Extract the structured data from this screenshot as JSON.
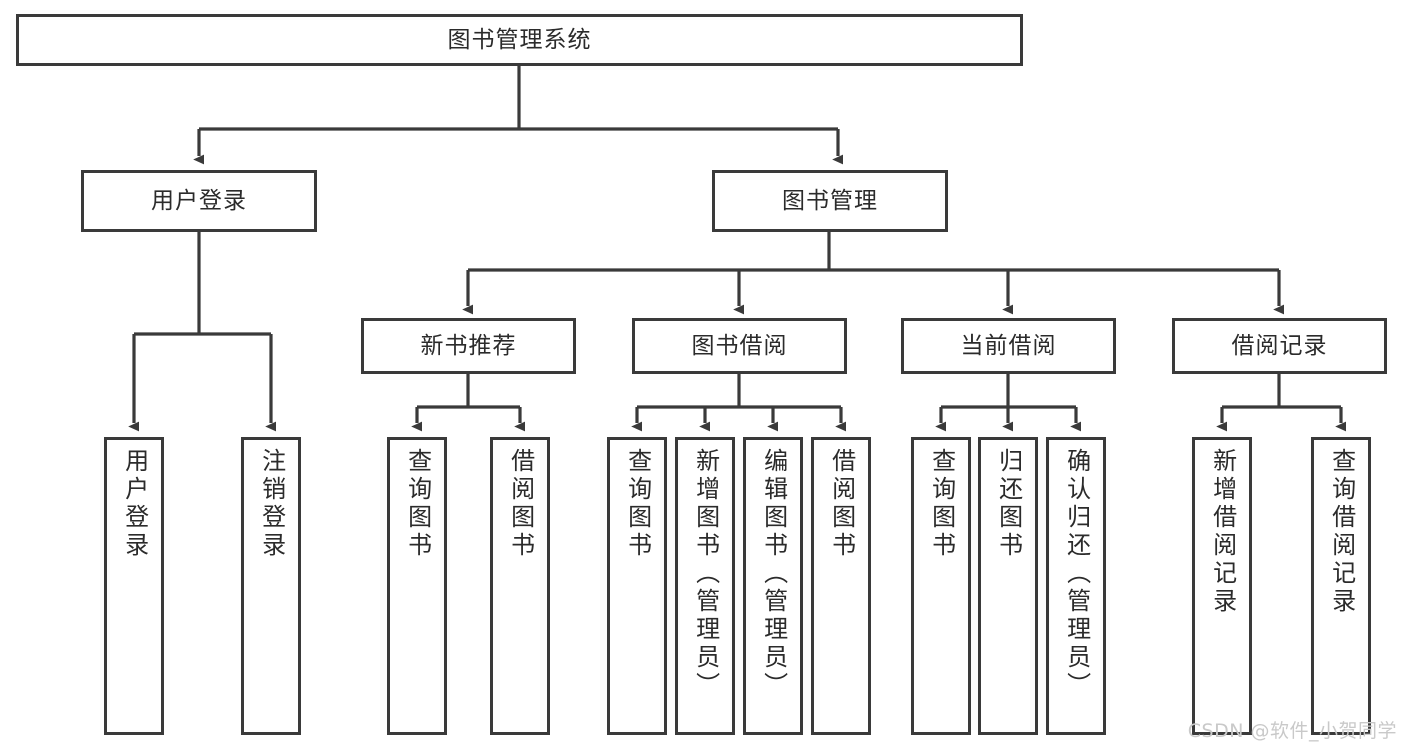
{
  "diagram": {
    "title": "图书管理系统",
    "type": "tree",
    "root": {
      "id": "root",
      "label": "图书管理系统"
    },
    "level2": [
      {
        "id": "user-login",
        "label": "用户登录"
      },
      {
        "id": "book-manage",
        "label": "图书管理"
      }
    ],
    "level3": [
      {
        "id": "new-book-recommend",
        "label": "新书推荐"
      },
      {
        "id": "book-borrow",
        "label": "图书借阅"
      },
      {
        "id": "current-borrow",
        "label": "当前借阅"
      },
      {
        "id": "borrow-record",
        "label": "借阅记录"
      }
    ],
    "leaves": {
      "user_login": [
        {
          "id": "leaf-user-login",
          "label": "用户登录"
        },
        {
          "id": "leaf-user-logout",
          "label": "注销登录"
        }
      ],
      "new_book_recommend": [
        {
          "id": "leaf-query-book-1",
          "label": "查询图书"
        },
        {
          "id": "leaf-borrow-book-1",
          "label": "借阅图书"
        }
      ],
      "book_borrow": [
        {
          "id": "leaf-query-book-2",
          "label": "查询图书"
        },
        {
          "id": "leaf-add-book-admin",
          "label": "新增图书（管理员）"
        },
        {
          "id": "leaf-edit-book-admin",
          "label": "编辑图书（管理员）"
        },
        {
          "id": "leaf-borrow-book-2",
          "label": "借阅图书"
        }
      ],
      "current_borrow": [
        {
          "id": "leaf-query-book-3",
          "label": "查询图书"
        },
        {
          "id": "leaf-return-book",
          "label": "归还图书"
        },
        {
          "id": "leaf-confirm-return-admin",
          "label": "确认归还（管理员）"
        }
      ],
      "borrow_record": [
        {
          "id": "leaf-add-borrow-record",
          "label": "新增借阅记录"
        },
        {
          "id": "leaf-query-borrow-record",
          "label": "查询借阅记录"
        }
      ]
    }
  },
  "watermark": {
    "text": "CSDN @软件_小贺同学"
  },
  "colors": {
    "background": "#ffffff",
    "border": "#3a3a3a",
    "text": "#2b2b2b",
    "connector": "#3a3a3a",
    "watermark": "#c9c9c9"
  }
}
